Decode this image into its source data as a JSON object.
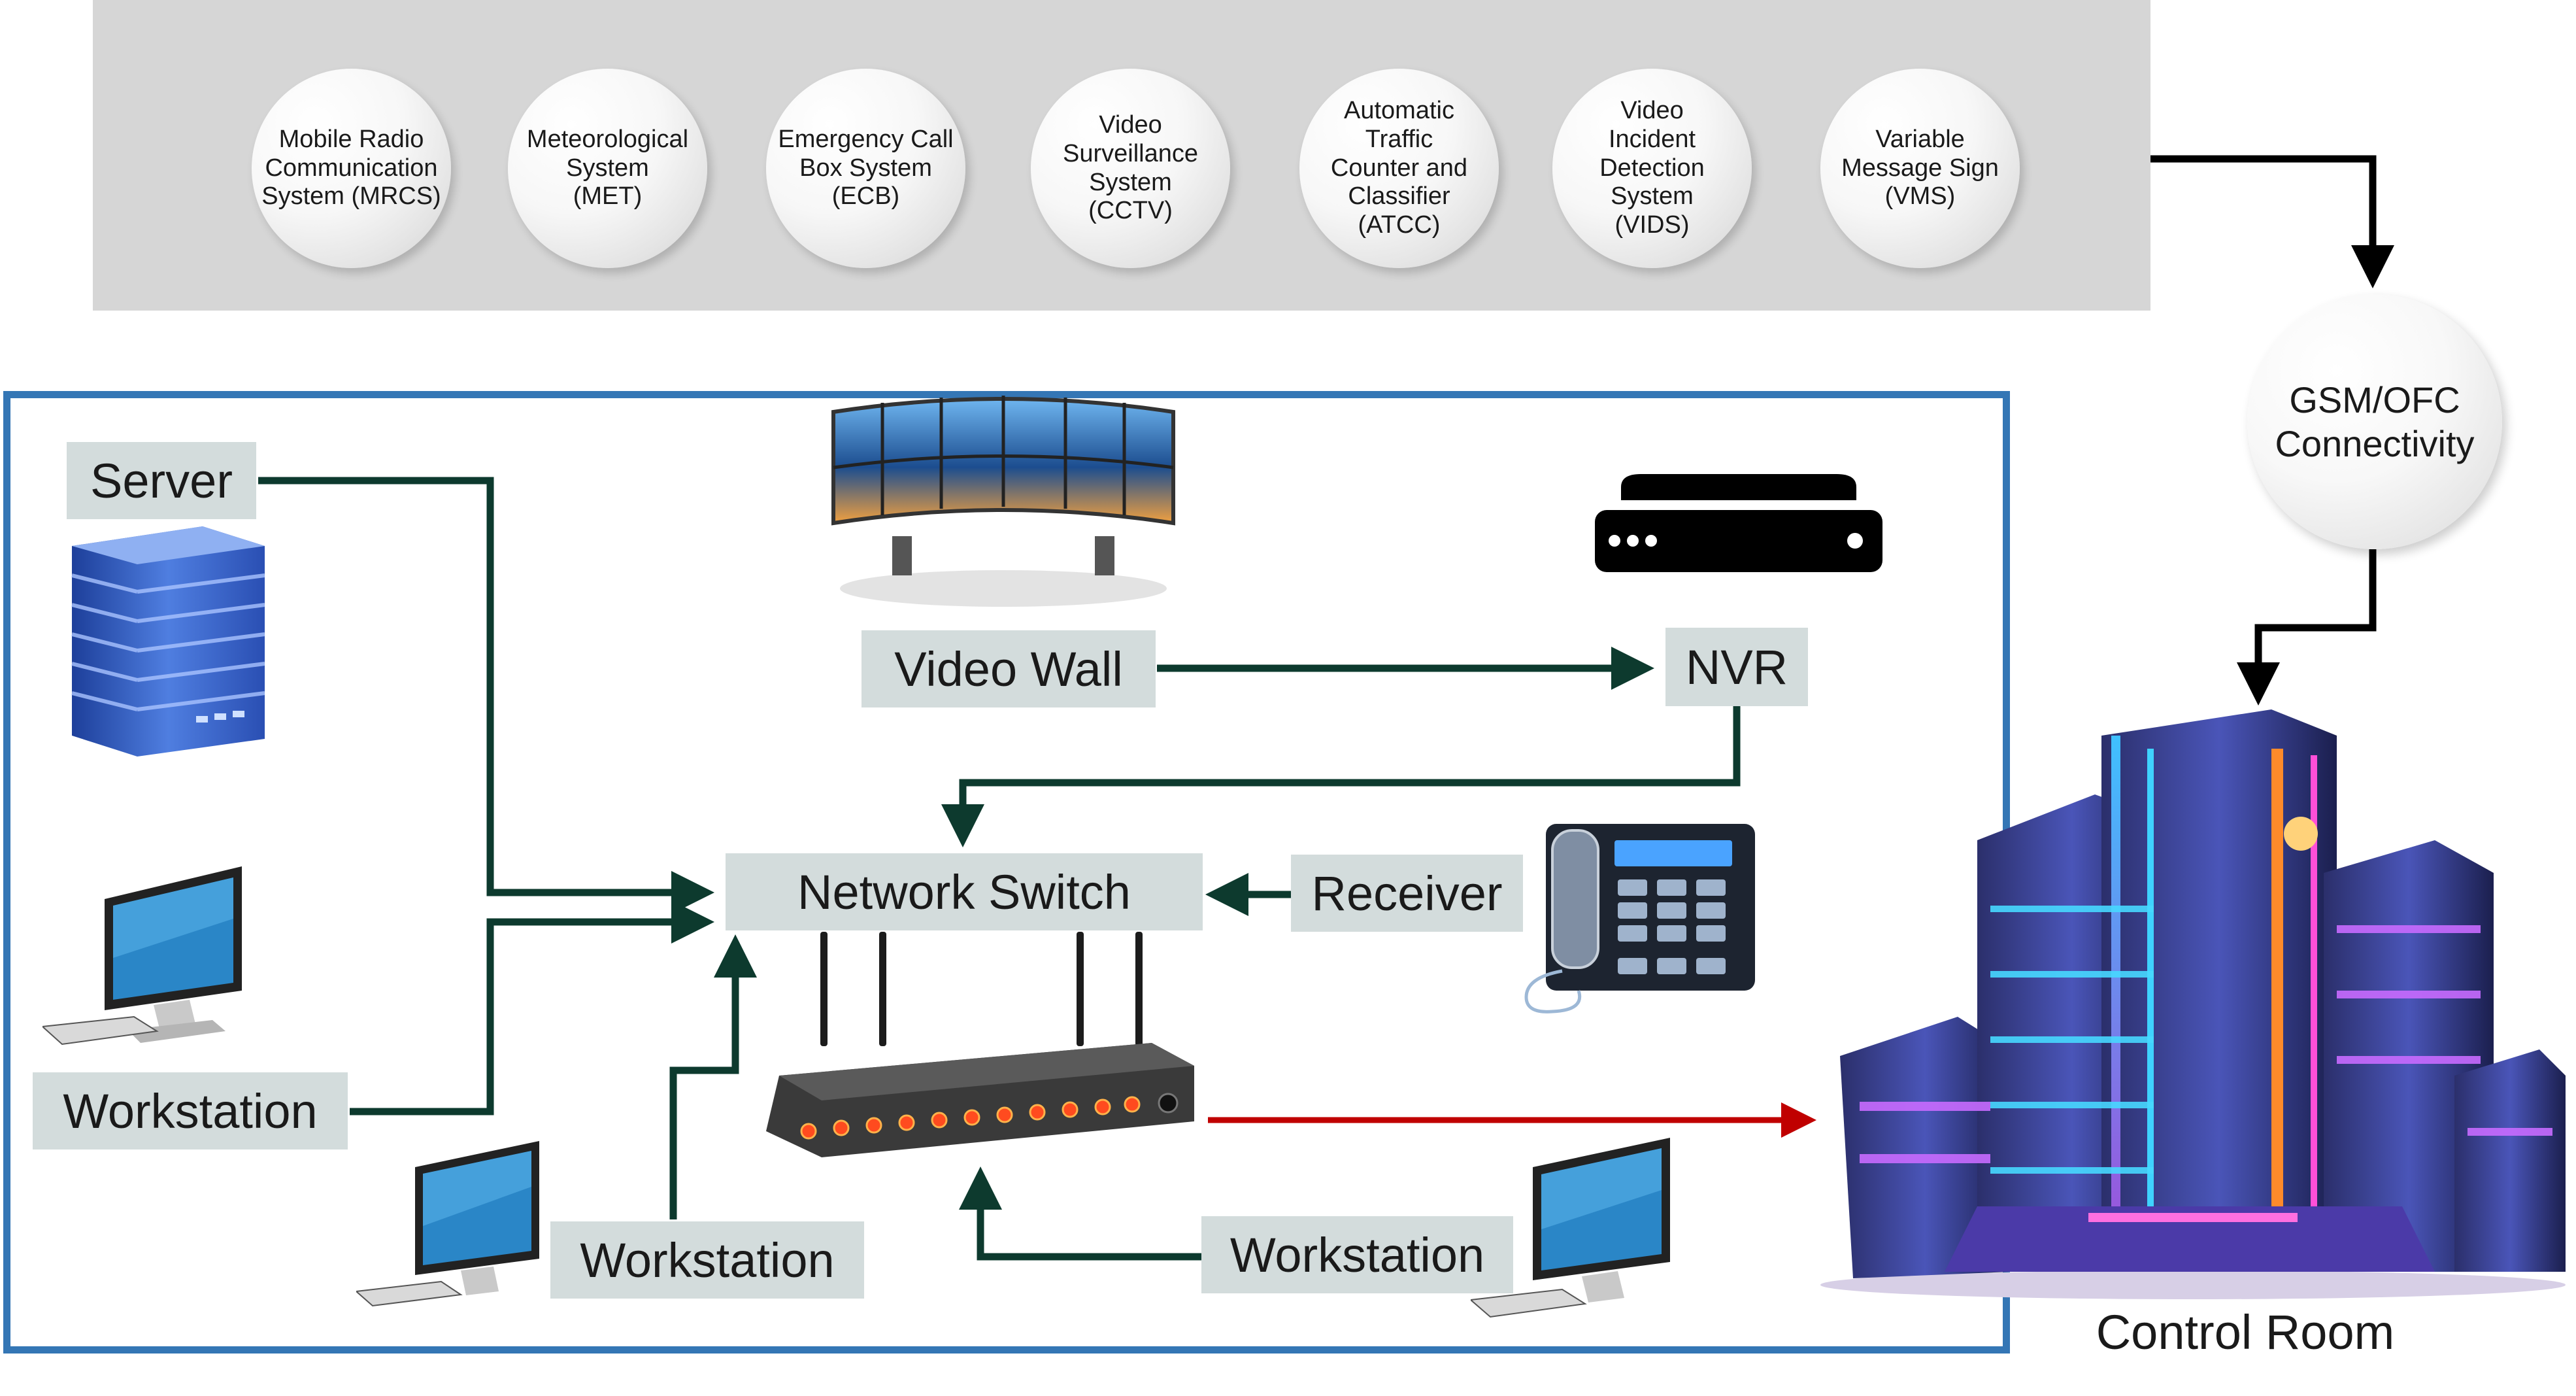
{
  "systems": [
    {
      "label": "Mobile Radio\nCommunication\nSystem (MRCS)"
    },
    {
      "label": "Meteorological\nSystem\n(MET)"
    },
    {
      "label": "Emergency Call\nBox System\n(ECB)"
    },
    {
      "label": "Video\nSurveillance\nSystem\n(CCTV)"
    },
    {
      "label": "Automatic\nTraffic\nCounter and\nClassifier\n(ATCC)"
    },
    {
      "label": "Video\nIncident\nDetection\nSystem\n(VIDS)"
    },
    {
      "label": "Variable\nMessage Sign\n(VMS)"
    }
  ],
  "connectivity": {
    "label": "GSM/OFC\nConnectivity"
  },
  "nodes": {
    "server": "Server",
    "video_wall": "Video Wall",
    "nvr": "NVR",
    "network_switch": "Network Switch",
    "receiver": "Receiver",
    "workstation_left": "Workstation",
    "workstation_bottom_left": "Workstation",
    "workstation_bottom_right": "Workstation",
    "control_room": "Control Room"
  },
  "colors": {
    "band": "#d6d6d6",
    "frame": "#3476b5",
    "label_bg": "#d3dcdc",
    "connector": "#0d3a2e",
    "uplink": "#000000",
    "router_link": "#c00000"
  }
}
